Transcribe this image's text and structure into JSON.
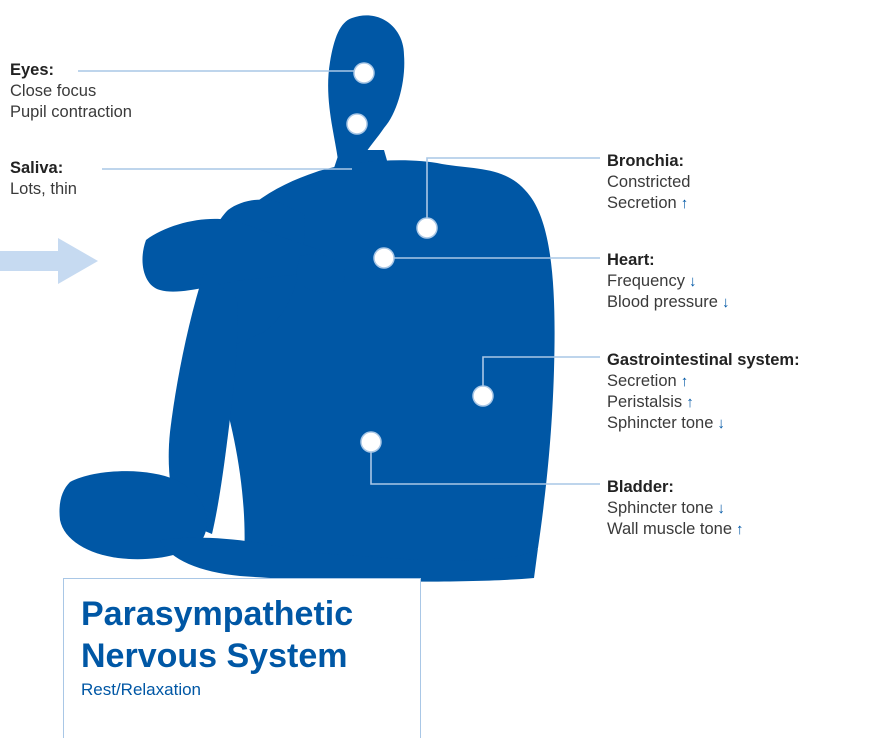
{
  "colors": {
    "silhouette": "#0057a5",
    "connector": "#a9c7e6",
    "arrow": "#c6daf1",
    "title": "#0057a5",
    "marker_fill": "#ffffff"
  },
  "icons": {
    "up": "↑",
    "down": "↓",
    "up_icon_name": "arrow-up-icon",
    "down_icon_name": "arrow-down-icon",
    "input_arrow_icon_name": "right-arrow-icon"
  },
  "labels": {
    "eyes": {
      "title": "Eyes:",
      "lines": [
        "Close focus",
        "Pupil contraction"
      ]
    },
    "saliva": {
      "title": "Saliva:",
      "lines": [
        "Lots, thin"
      ]
    },
    "bronchia": {
      "title": "Bronchia:",
      "lines": [
        "Constricted",
        "Secretion"
      ],
      "directions": [
        null,
        "up"
      ]
    },
    "heart": {
      "title": "Heart:",
      "lines": [
        "Frequency",
        "Blood pressure"
      ],
      "directions": [
        "down",
        "down"
      ]
    },
    "gi": {
      "title": "Gastrointestinal system:",
      "lines": [
        "Secretion",
        "Peristalsis",
        "Sphincter tone"
      ],
      "directions": [
        "up",
        "up",
        "down"
      ]
    },
    "bladder": {
      "title": "Bladder:",
      "lines": [
        "Sphincter tone",
        "Wall muscle tone"
      ],
      "directions": [
        "down",
        "up"
      ]
    }
  },
  "title_box": {
    "title_line1": "Parasympathetic",
    "title_line2": "Nervous System",
    "subtitle": "Rest/Relaxation"
  }
}
